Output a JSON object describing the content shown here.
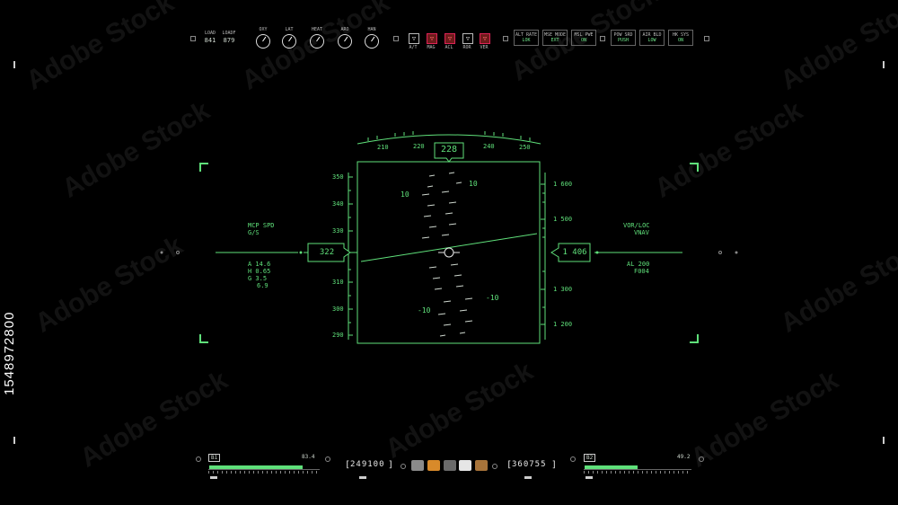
{
  "watermark": "Adobe Stock",
  "stock_id": "1548972800",
  "top_panel": {
    "load_label": "LOAD",
    "load_value": "841",
    "loadf_label": "LOADF",
    "loadf_value": "879",
    "knobs": [
      "OXY",
      "LAT",
      "HEAT",
      "ARO",
      "HAN"
    ],
    "warnings": [
      "A/T",
      "MAG",
      "ACL",
      "ROR",
      "VER"
    ],
    "switches": [
      {
        "title": "ALT RATE",
        "value": "LOK"
      },
      {
        "title": "MSE MODE",
        "value": "EXT"
      },
      {
        "title": "MSL PWE",
        "value": "ON"
      },
      {
        "title": "POW SRD",
        "value": "PUSH"
      },
      {
        "title": "AIR BLD",
        "value": "LOW"
      },
      {
        "title": "HK SYS",
        "value": "ON"
      }
    ]
  },
  "heading": {
    "ticks": [
      "210",
      "220",
      "240",
      "250"
    ],
    "current": "228"
  },
  "speed": {
    "ticks": [
      "350",
      "340",
      "330",
      "310",
      "300",
      "290"
    ],
    "current": "322"
  },
  "altitude": {
    "ticks": [
      "1 600",
      "1 500",
      "1 300",
      "1 200"
    ],
    "current": "1 406"
  },
  "pitch": {
    "upper_left": "10",
    "upper_right": "10",
    "lower_left": "-10",
    "lower_right": "-10"
  },
  "left_info": {
    "line1": "MCP SPD",
    "line2": "G/S",
    "a": "A 14.6",
    "h": "H 0.65",
    "g": "G 3.5",
    "v": "6.9"
  },
  "right_info": {
    "line1": "VOR/LOC",
    "line2": "VNAV",
    "al": "AL 200",
    "f": "F004"
  },
  "bottom": {
    "left_gauge_id": "B1",
    "left_gauge_value": "83.4",
    "left_gauge_fill": 0.85,
    "right_gauge_id": "B2",
    "right_gauge_value": "49.2",
    "right_gauge_fill": 0.5,
    "counter_left": "249100",
    "counter_right": "360755",
    "buttons": [
      "",
      "",
      "",
      "",
      ""
    ]
  }
}
